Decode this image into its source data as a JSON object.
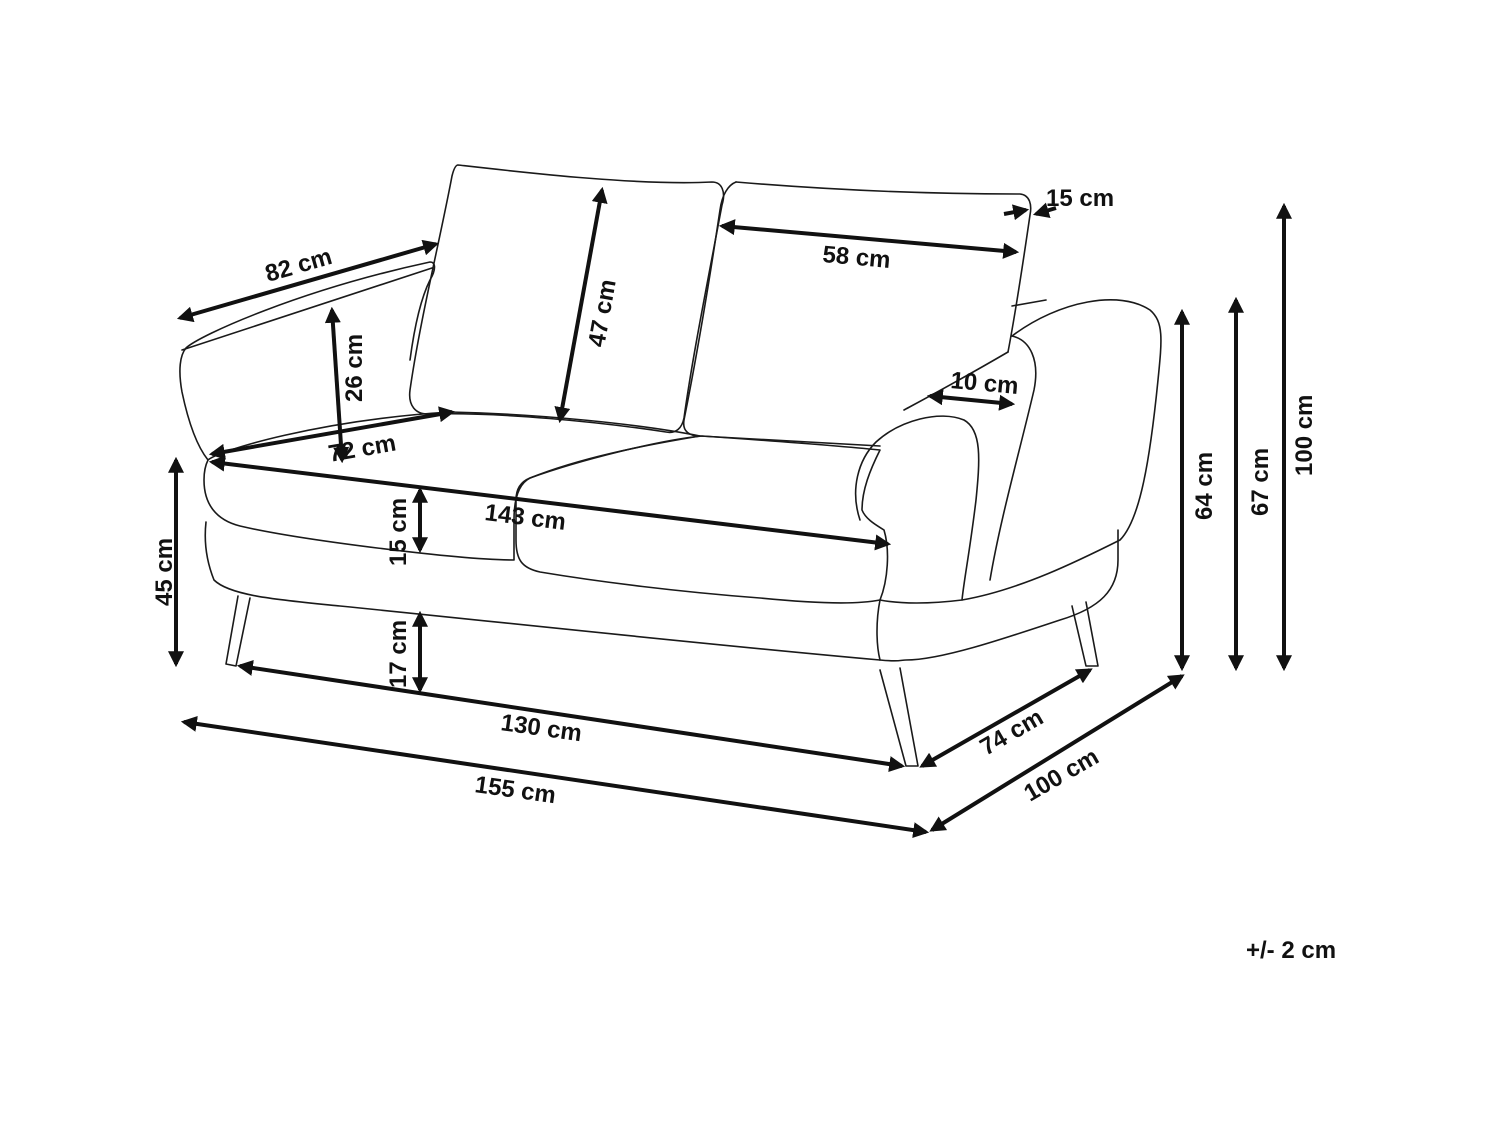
{
  "diagram": {
    "tolerance": "+/- 2 cm",
    "dimensions": {
      "armrest_depth": "82 cm",
      "backrest_height_cushion": "47 cm",
      "back_cushion_width": "58 cm",
      "backrest_thickness": "15 cm",
      "armrest_height_above_seat": "26 cm",
      "seat_depth": "72 cm",
      "armrest_width": "10 cm",
      "seat_width": "143 cm",
      "seat_cushion_thickness": "15 cm",
      "seat_height": "45 cm",
      "leg_height": "17 cm",
      "armrest_height": "64 cm",
      "back_height": "67 cm",
      "total_height": "100 cm",
      "leg_span": "130 cm",
      "total_width": "155 cm",
      "leg_depth_span": "74 cm",
      "total_depth": "100 cm"
    }
  }
}
